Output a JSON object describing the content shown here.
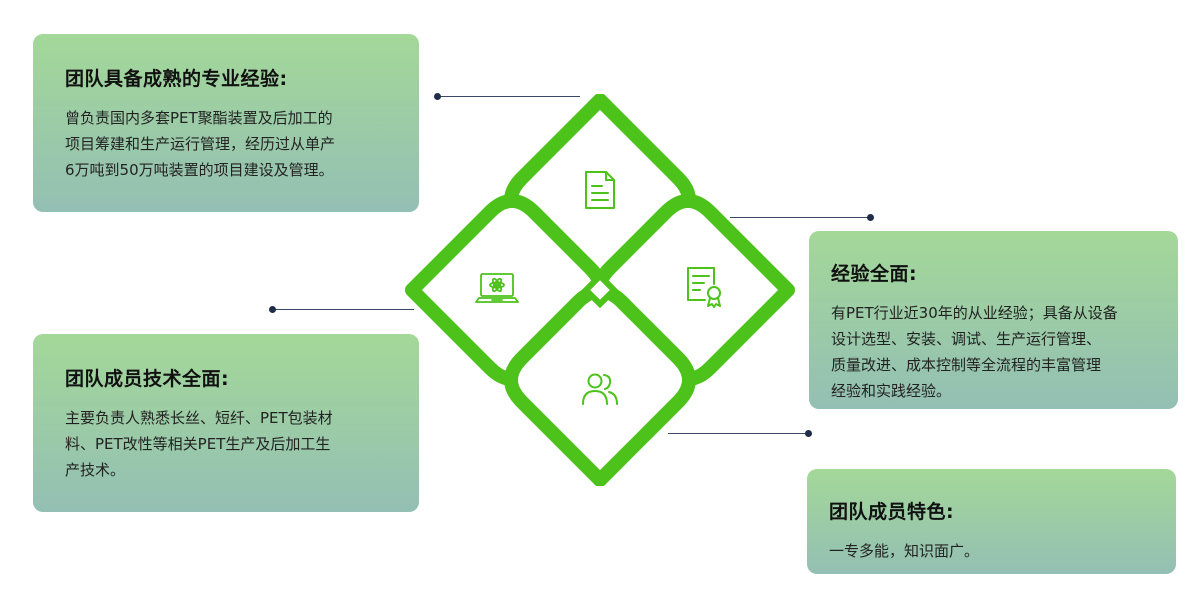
{
  "cards": [
    {
      "title": "团队具备成熟的专业经验:",
      "lines": [
        "曾负责国内多套PET聚酯装置及后加工的",
        "项目筹建和生产运行管理，经历过从单产",
        "6万吨到50万吨装置的项目建设及管理。"
      ]
    },
    {
      "title": "团队成员技术全面:",
      "lines": [
        "主要负责人熟悉长丝、短纤、PET包装材",
        "料、PET改性等相关PET生产及后加工生",
        "产技术。"
      ]
    },
    {
      "title": "经验全面:",
      "lines": [
        "有PET行业近30年的从业经验；具备从设备",
        "设计选型、安装、调试、生产运行管理、",
        "质量改进、成本控制等全流程的丰富管理",
        "经验和实践经验。"
      ]
    },
    {
      "title": "团队成员特色:",
      "lines": [
        "一专多能，知识面广。"
      ]
    }
  ],
  "colors": {
    "petal_green": "#4cc21a",
    "card_gradient_top": "#a3d898",
    "card_gradient_bottom": "#94bfb4",
    "connector": "#1f2d4a"
  },
  "icons": {
    "top": "document-icon",
    "left": "laptop-atom-icon",
    "right": "certificate-icon",
    "bottom": "team-icon"
  }
}
